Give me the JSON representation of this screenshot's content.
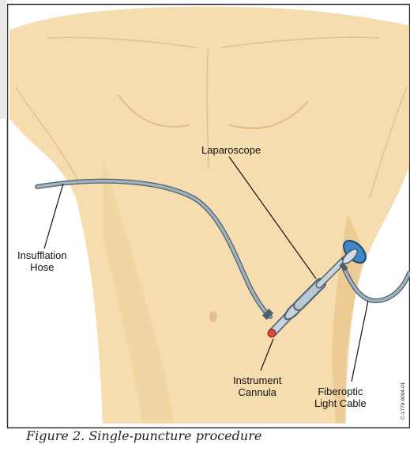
{
  "labels": {
    "laparoscope": "Laparoscope",
    "insufflation_hose_line1": "Insufflation",
    "insufflation_hose_line2": "Hose",
    "instrument_cannula_line1": "Instrument",
    "instrument_cannula_line2": "Cannula",
    "fiberoptic_cable_line1": "Fiberoptic",
    "fiberoptic_cable_line2": "Light  Cable"
  },
  "figure_code": "C-1779-9004-01",
  "caption": "Figure 2. Single-puncture procedure",
  "colors": {
    "skin": "#f6ddb0",
    "skin_outline": "#dcae72",
    "hose": "#7d8f9a",
    "instrument": "#9fb5c4",
    "eyepiece_accent": "#3f87c4",
    "cannula_tip": "#d94a3c"
  }
}
